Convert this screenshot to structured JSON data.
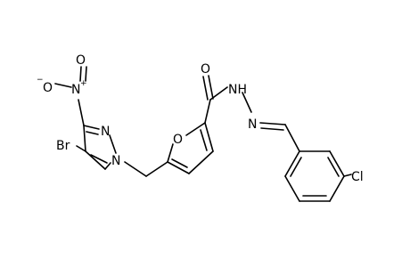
{
  "molecule": {
    "atoms": {
      "bromine": "Br",
      "pyrazole_n2": "N",
      "pyrazole_n1": "N",
      "nitro_n": "N",
      "nitro_o_minus": "O",
      "nitro_o_double": "O",
      "furan_o": "O",
      "carbonyl_o": "O",
      "hydrazide_nh": "NH",
      "hydrazone_n": "N",
      "chlorine": "Cl"
    },
    "charges": {
      "nitro_n": "+",
      "nitro_o_minus": "−"
    }
  }
}
